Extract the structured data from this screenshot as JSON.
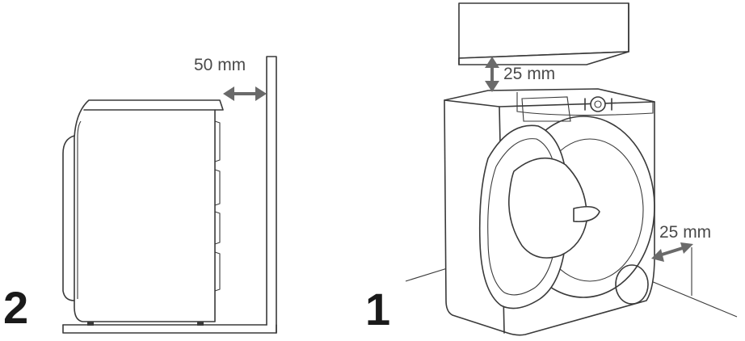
{
  "figures": [
    {
      "number": "2",
      "clearances": [
        {
          "value": "50 mm"
        }
      ]
    },
    {
      "number": "1",
      "clearances": [
        {
          "value": "25 mm"
        },
        {
          "value": "25 mm"
        }
      ]
    }
  ],
  "colors": {
    "line": "#3a3a3a",
    "arrow": "#6a6a6a",
    "background": "#ffffff"
  }
}
